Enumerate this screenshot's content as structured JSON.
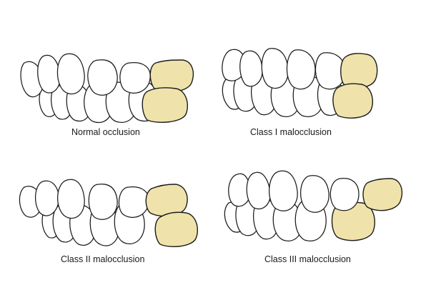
{
  "panels": [
    {
      "id": "normal-occlusion",
      "caption": "Normal occlusion",
      "highlight_color": "#efe3ab"
    },
    {
      "id": "class-i-malocclusion",
      "caption": "Class I malocclusion",
      "highlight_color": "#efe3ab"
    },
    {
      "id": "class-ii-malocclusion",
      "caption": "Class II malocclusion",
      "highlight_color": "#efe3ab"
    },
    {
      "id": "class-iii-malocclusion",
      "caption": "Class III malocclusion",
      "highlight_color": "#efe3ab"
    }
  ]
}
